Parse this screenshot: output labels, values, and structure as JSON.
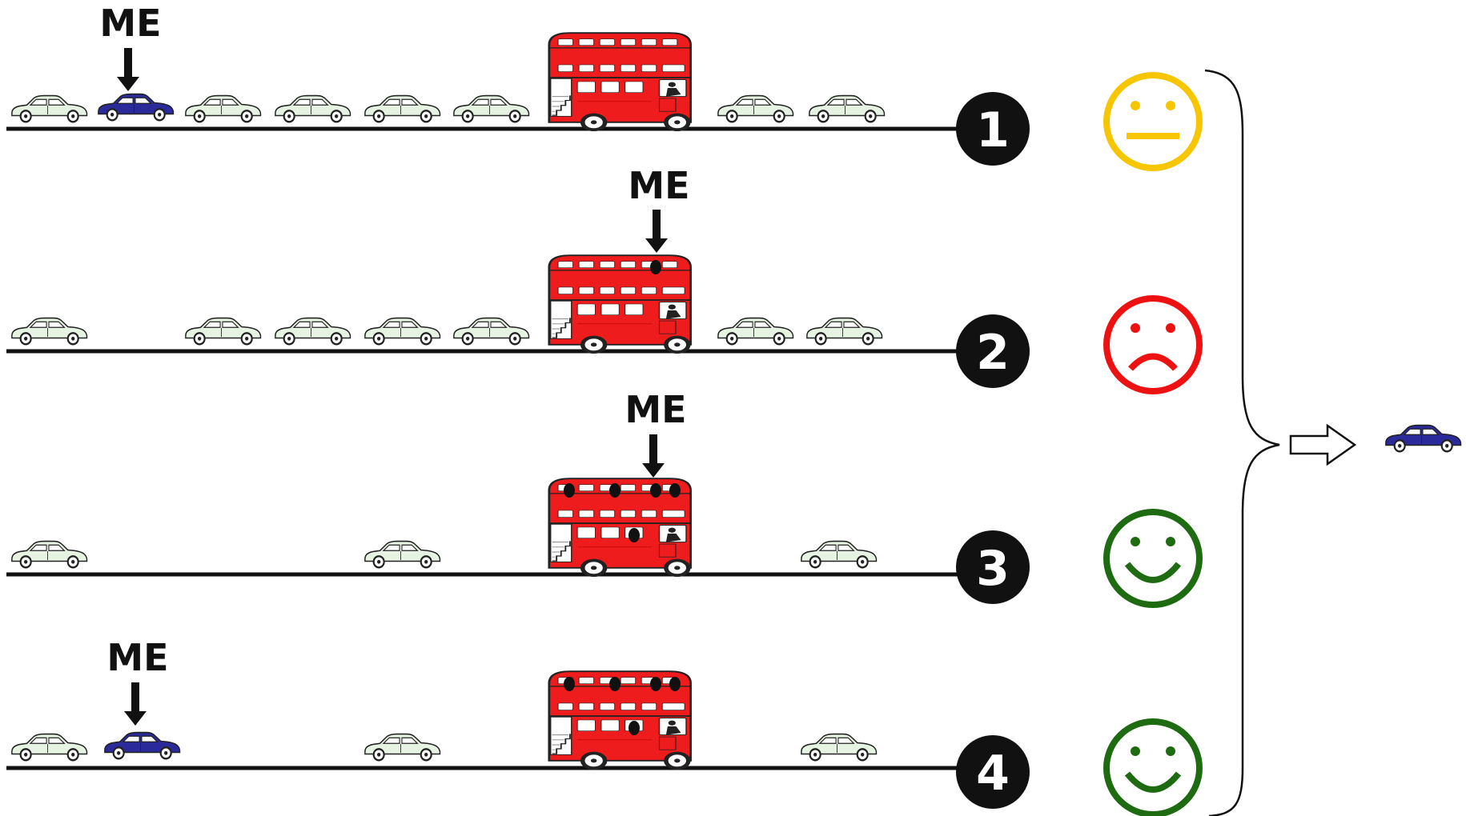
{
  "me_label": "ME",
  "rows": [
    {
      "number": "1",
      "outcome": "neutral"
    },
    {
      "number": "2",
      "outcome": "sad"
    },
    {
      "number": "3",
      "outcome": "happy"
    },
    {
      "number": "4",
      "outcome": "happy"
    }
  ],
  "colors": {
    "road": "#111111",
    "car_other": "#e6f3e2",
    "car_me": "#2a2a9a",
    "bus": "#ee1c1c",
    "neutral_face": "#f7c600",
    "sad_face": "#ee1111",
    "happy_face": "#1e6b12"
  }
}
